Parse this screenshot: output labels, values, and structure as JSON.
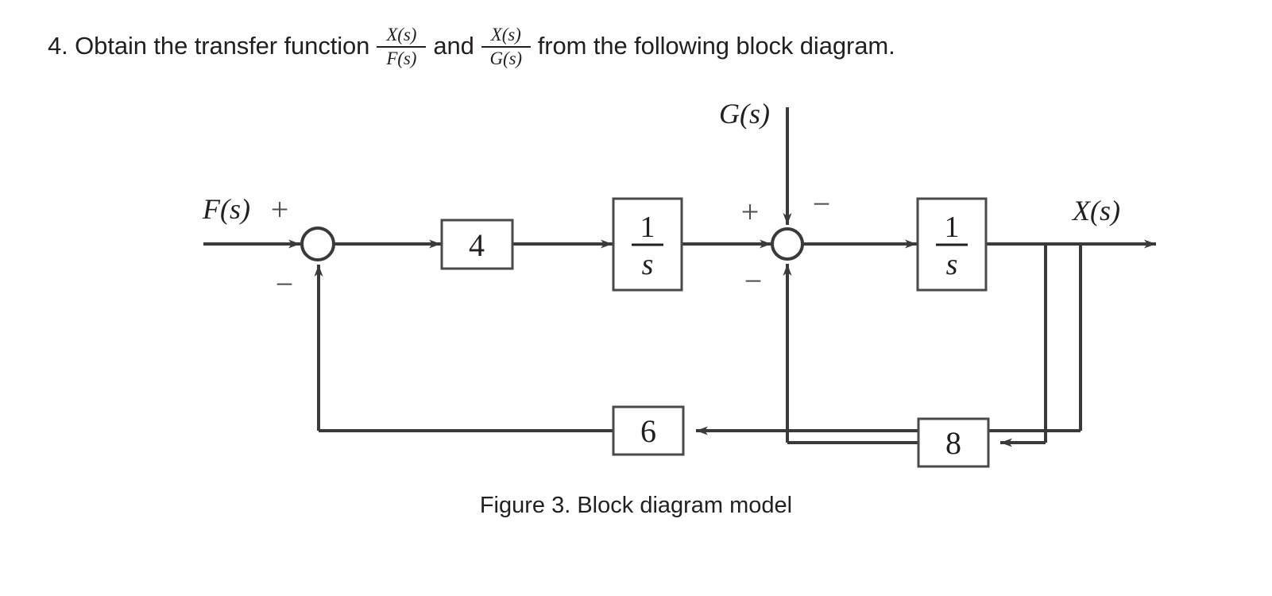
{
  "question": {
    "prefix": "4. Obtain the transfer function",
    "fraction_1": {
      "numerator": "X(s)",
      "denominator": "F(s)"
    },
    "conjunction": "and",
    "fraction_2": {
      "numerator": "X(s)",
      "denominator": "G(s)"
    },
    "suffix": "from the following block diagram."
  },
  "diagram": {
    "input_label": "F(s)",
    "disturbance_label": "G(s)",
    "output_label": "X(s)",
    "blocks": [
      {
        "id": "gain-4",
        "label": "4"
      },
      {
        "id": "integrator-1",
        "numerator": "1",
        "denominator": "s"
      },
      {
        "id": "integrator-2",
        "numerator": "1",
        "denominator": "s"
      },
      {
        "id": "gain-8",
        "label": "8"
      },
      {
        "id": "gain-6",
        "label": "6"
      }
    ],
    "summing_junction_1": {
      "sign_input": "+",
      "sign_feedback": "−"
    },
    "summing_junction_2": {
      "sign_input": "+",
      "sign_disturbance": "−",
      "sign_feedback": "−"
    },
    "line_color": "#3a3a3a"
  },
  "caption": "Figure 3. Block diagram model"
}
